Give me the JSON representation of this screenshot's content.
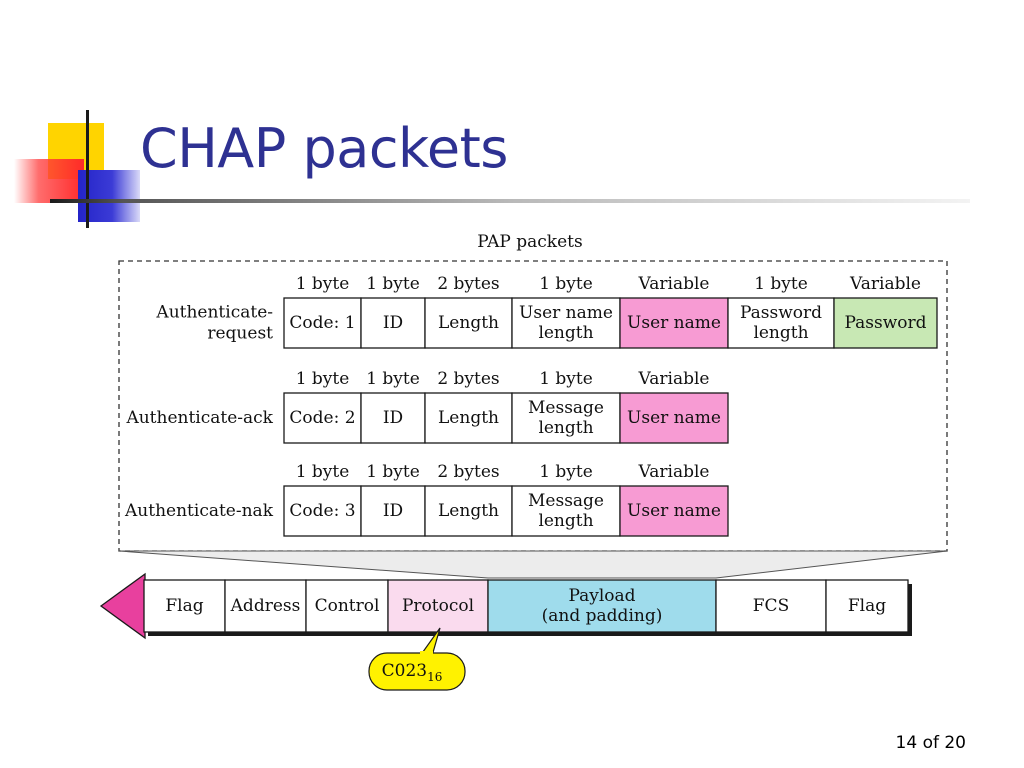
{
  "slide": {
    "title": "CHAP packets",
    "page_number": "14 of 20"
  },
  "figure": {
    "caption": "PAP packets",
    "packets": [
      {
        "label_lines": [
          "Authenticate-",
          "request"
        ],
        "fields": [
          {
            "size": "1 byte",
            "lines": [
              "Code: 1"
            ],
            "fill": "#ffffff"
          },
          {
            "size": "1 byte",
            "lines": [
              "ID"
            ],
            "fill": "#ffffff"
          },
          {
            "size": "2 bytes",
            "lines": [
              "Length"
            ],
            "fill": "#ffffff"
          },
          {
            "size": "1 byte",
            "lines": [
              "User name",
              "length"
            ],
            "fill": "#ffffff"
          },
          {
            "size": "Variable",
            "lines": [
              "User name"
            ],
            "fill": "#f79bd3"
          },
          {
            "size": "1 byte",
            "lines": [
              "Password",
              "length"
            ],
            "fill": "#ffffff"
          },
          {
            "size": "Variable",
            "lines": [
              "Password"
            ],
            "fill": "#c8e8b4"
          }
        ]
      },
      {
        "label_lines": [
          "Authenticate-ack"
        ],
        "fields": [
          {
            "size": "1 byte",
            "lines": [
              "Code: 2"
            ],
            "fill": "#ffffff"
          },
          {
            "size": "1 byte",
            "lines": [
              "ID"
            ],
            "fill": "#ffffff"
          },
          {
            "size": "2 bytes",
            "lines": [
              "Length"
            ],
            "fill": "#ffffff"
          },
          {
            "size": "1 byte",
            "lines": [
              "Message",
              "length"
            ],
            "fill": "#ffffff"
          },
          {
            "size": "Variable",
            "lines": [
              "User name"
            ],
            "fill": "#f79bd3"
          }
        ]
      },
      {
        "label_lines": [
          "Authenticate-nak"
        ],
        "fields": [
          {
            "size": "1 byte",
            "lines": [
              "Code: 3"
            ],
            "fill": "#ffffff"
          },
          {
            "size": "1 byte",
            "lines": [
              "ID"
            ],
            "fill": "#ffffff"
          },
          {
            "size": "2 bytes",
            "lines": [
              "Length"
            ],
            "fill": "#ffffff"
          },
          {
            "size": "1 byte",
            "lines": [
              "Message",
              "length"
            ],
            "fill": "#ffffff"
          },
          {
            "size": "Variable",
            "lines": [
              "User name"
            ],
            "fill": "#f79bd3"
          }
        ]
      }
    ],
    "frame": {
      "fields": [
        {
          "lines": [
            "Flag"
          ],
          "fill": "#ffffff"
        },
        {
          "lines": [
            "Address"
          ],
          "fill": "#ffffff"
        },
        {
          "lines": [
            "Control"
          ],
          "fill": "#ffffff"
        },
        {
          "lines": [
            "Protocol"
          ],
          "fill": "#fadbee"
        },
        {
          "lines": [
            "Payload",
            "(and padding)"
          ],
          "fill": "#9fdcec"
        },
        {
          "lines": [
            "FCS"
          ],
          "fill": "#ffffff"
        },
        {
          "lines": [
            "Flag"
          ],
          "fill": "#ffffff"
        }
      ],
      "arrow_color": "#e8409e",
      "protocol_callout": {
        "value": "C023",
        "subscript": "16",
        "fill": "#fff200"
      }
    }
  }
}
